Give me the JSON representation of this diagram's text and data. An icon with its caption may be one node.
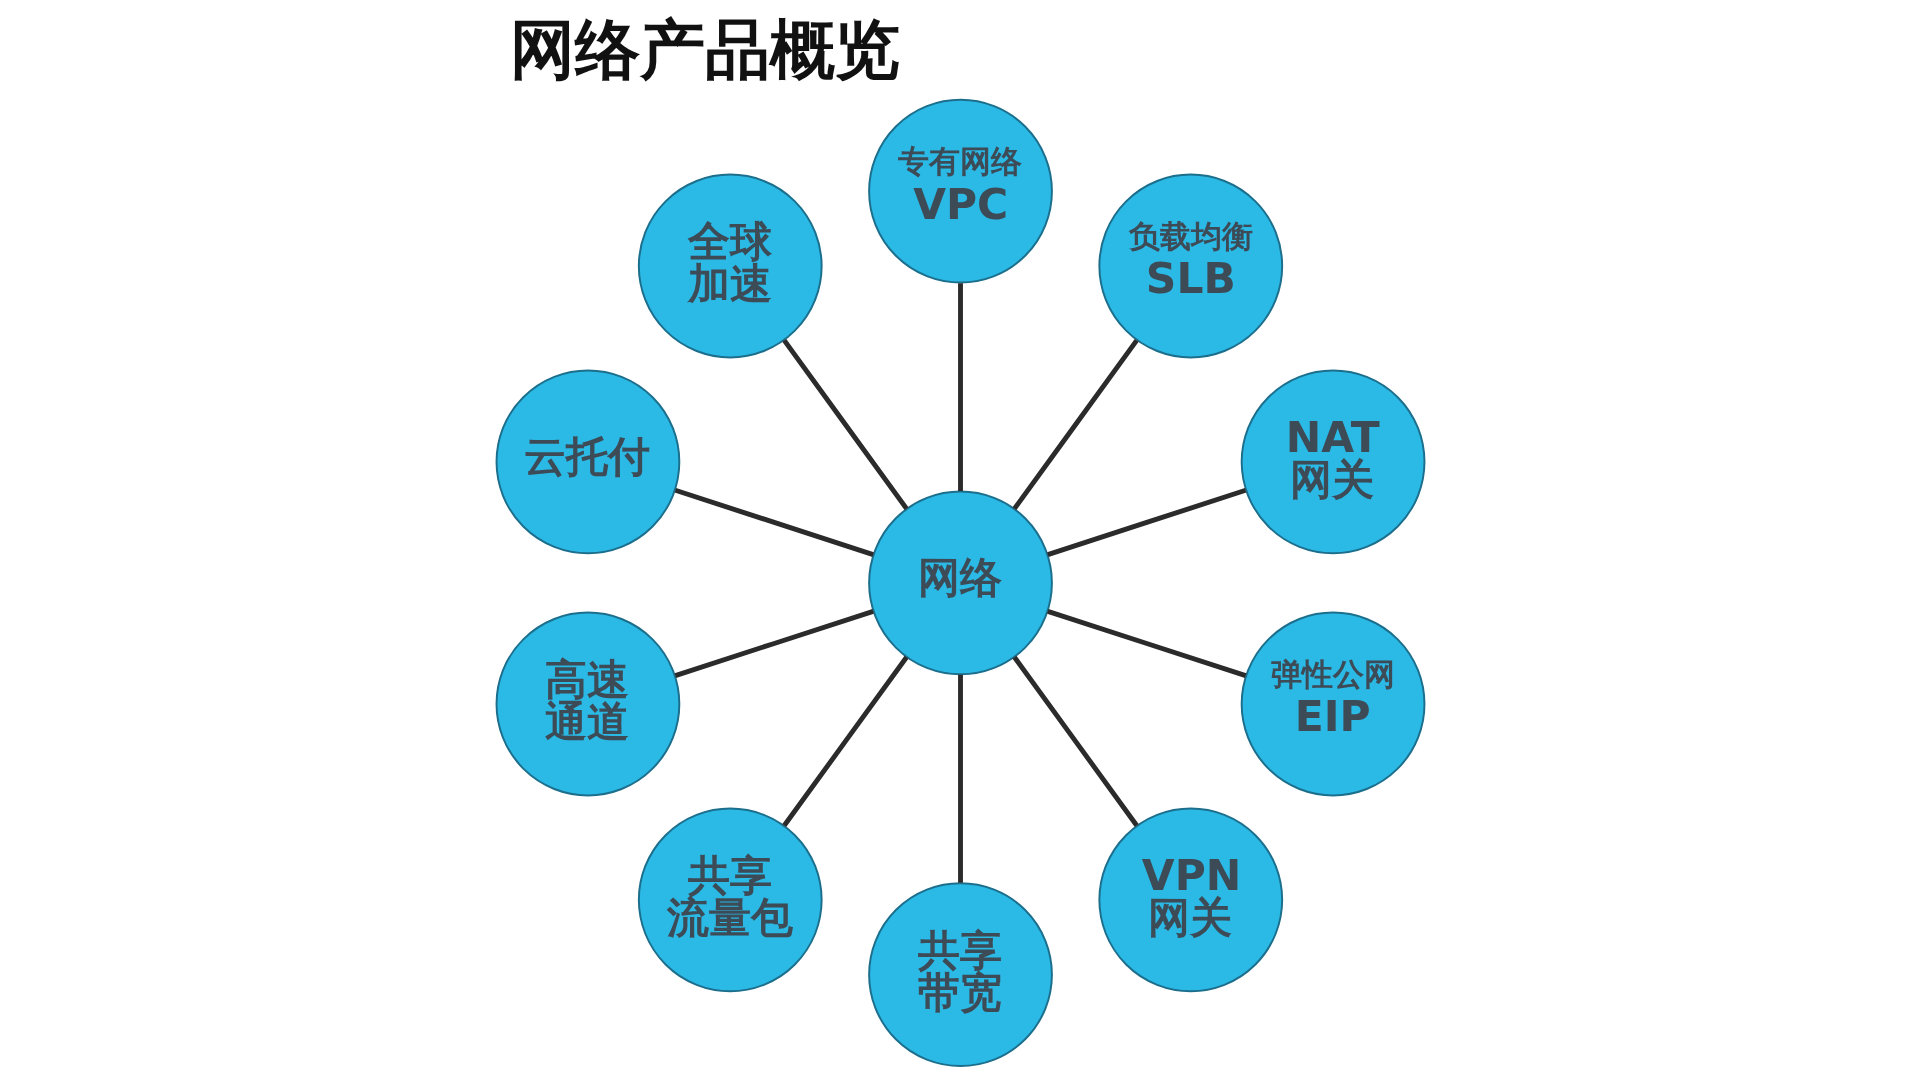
{
  "diagram": {
    "title": "网络产品概览",
    "nodes": [
      {
        "text": [
          "网络"
        ]
      },
      {
        "text": [
          "专有网络",
          "VPC"
        ]
      },
      {
        "text": [
          "负载均衡",
          "SLB"
        ]
      },
      {
        "text": [
          "NAT网关"
        ]
      },
      {
        "text": [
          "弹性公网",
          "EIP"
        ]
      },
      {
        "text": [
          "VPN网关"
        ]
      },
      {
        "text": [
          "共享带宽"
        ]
      },
      {
        "text": [
          "共享流量包"
        ]
      },
      {
        "text": [
          "高速通道"
        ]
      },
      {
        "text": [
          "云托付"
        ]
      },
      {
        "text": [
          "全球加速"
        ]
      }
    ],
    "edges": [
      {
        "from": 0,
        "to": 1,
        "arrow": "none"
      },
      {
        "from": 0,
        "to": 2,
        "arrow": "none"
      },
      {
        "from": 0,
        "to": 3,
        "arrow": "none"
      },
      {
        "from": 0,
        "to": 4,
        "arrow": "none"
      },
      {
        "from": 0,
        "to": 5,
        "arrow": "none"
      },
      {
        "from": 0,
        "to": 6,
        "arrow": "none"
      },
      {
        "from": 0,
        "to": 7,
        "arrow": "none"
      },
      {
        "from": 0,
        "to": 8,
        "arrow": "none"
      },
      {
        "from": 0,
        "to": 9,
        "arrow": "none"
      },
      {
        "from": 0,
        "to": 10,
        "arrow": "none"
      }
    ]
  }
}
